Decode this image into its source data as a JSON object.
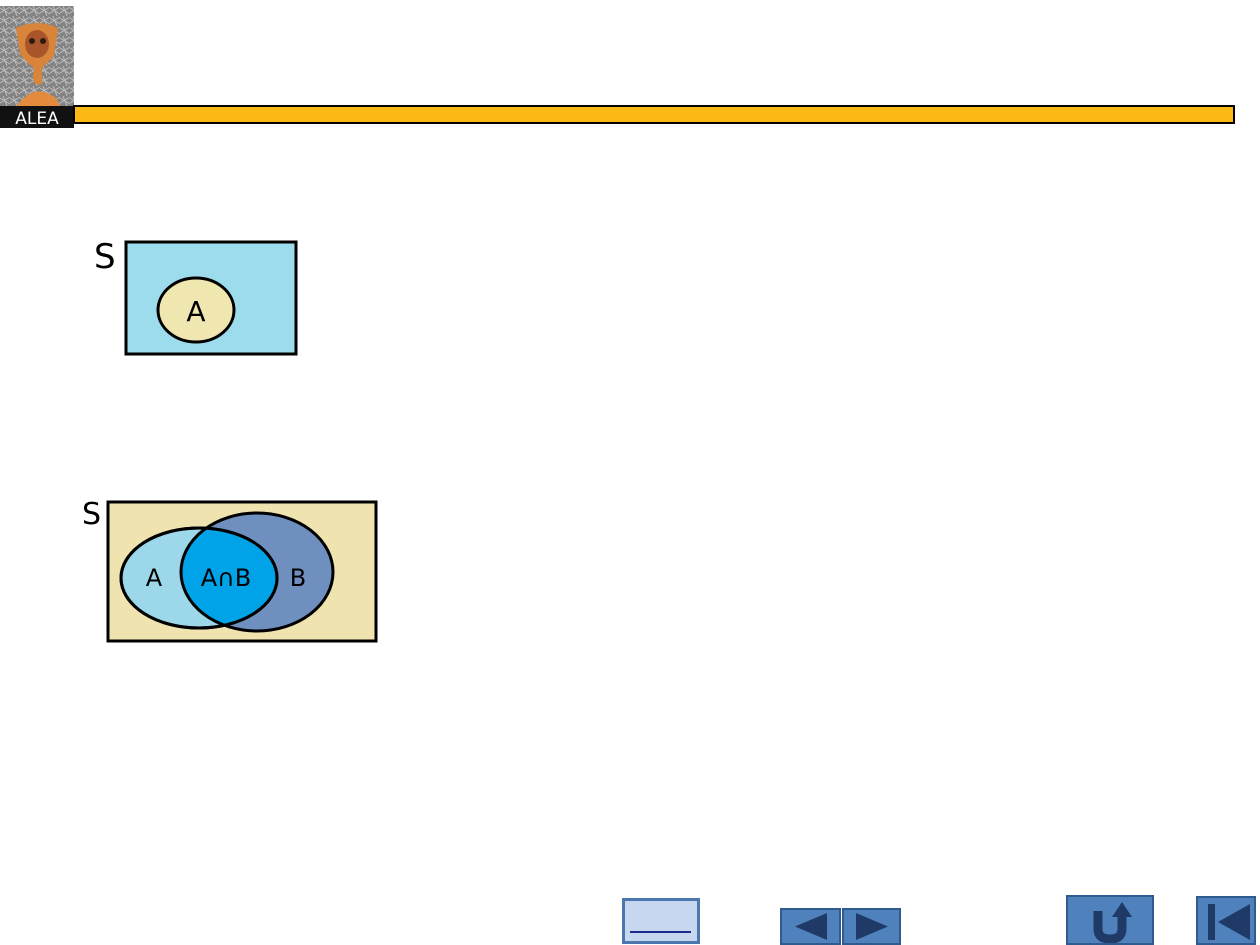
{
  "logo": {
    "text": "ALEA"
  },
  "header": {
    "bar_color": "#fdb913"
  },
  "diagram1": {
    "set_label": "S",
    "event_label": "A",
    "universe_color": "#9ddcec",
    "event_color": "#f0e6b0"
  },
  "diagram2": {
    "set_label": "S",
    "a_label": "A",
    "intersection_label": "A∩B",
    "b_label": "B",
    "universe_color": "#efe4b0",
    "a_color": "#9dd8ea",
    "b_color": "#6f8fbf",
    "intersection_color": "#00a2e8"
  },
  "navigation": {
    "items": [
      {
        "name": "link-button",
        "icon": "underline-link-icon"
      },
      {
        "name": "previous-button",
        "icon": "left-triangle-icon"
      },
      {
        "name": "next-button",
        "icon": "right-triangle-icon"
      },
      {
        "name": "return-button",
        "icon": "u-turn-arrow-icon"
      },
      {
        "name": "first-slide-button",
        "icon": "skip-to-start-icon"
      }
    ],
    "button_color": "#4f81bd"
  }
}
